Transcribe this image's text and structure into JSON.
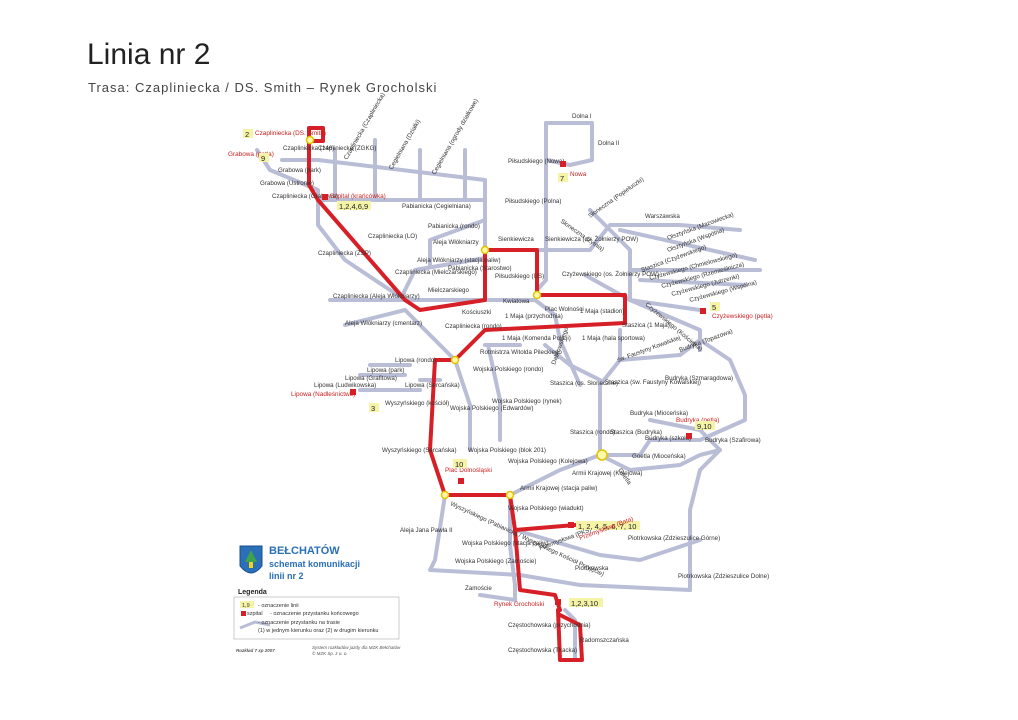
{
  "header": {
    "title": "Linia nr 2",
    "subtitle": "Trasa: Czapliniecka / DS. Smith – Rynek Grocholski"
  },
  "colors": {
    "route": "#d61f26",
    "network": "#b9bdd6",
    "terminal": "#cc1f1f",
    "badge_fill": "#f4f3a6",
    "brand": "#2a6fb8"
  },
  "stops": [
    "Czapliniecka (146)",
    "Czapliniecka (ZGKG)",
    "Czapliniecka (Czapliniecka)",
    "Cegielniana (Działki)",
    "Cegielniana (ogrody działkowe)",
    "Grabowa (park)",
    "Grabowa (Ustronie)",
    "Czapliniecka (Grabowa)",
    "Piłsudskiego (Nowa)",
    "Dolna I",
    "Dolna II",
    "Piłsudskiego (Polna)",
    "Pabianicka (Cegielniana)",
    "Pabianicka (rondo)",
    "Czapliniecka (LO)",
    "Czapliniecka (ZSP)",
    "Aleja Włókniarzy",
    "Sienkiewicza",
    "Sienkiewicza (os. Żołnierzy POW)",
    "Słoneczna (Popiełuszki)",
    "Słoneczna (Żytnia)",
    "Warszawska",
    "Olsztyńska (Mazowiecka)",
    "Olsztyńska (Wspólna)",
    "Aleja Włókniarzy (stacja paliw)",
    "Czapliniecka (Mielczarskiego)",
    "Pabianicka (Starostwo)",
    "Piłsudskiego (US)",
    "Czyżewskiego (os. Żołnierzy POW)",
    "Staszica (Czyżewskiego)",
    "Czyżewskiego (Chmielowskiego)",
    "Czyżewskiego (Rzemieślnicza)",
    "Czyżewskiego (Jutrzenki)",
    "Czyżewskiego (Wspólna)",
    "Mielczarskiego",
    "Czapliniecka (Aleja Włókniarzy)",
    "Kwiatowa",
    "Plac Wolności",
    "1 Maja (stadion)",
    "Kościuszki",
    "1 Maja (przychodnia)",
    "Czyżewskiego (Kościelna)",
    "Aleja Włókniarzy (cmentarz)",
    "Czapliniecka (rondo)",
    "Staszica (1 Maja)",
    "1 Maja (Komenda Policji)",
    "Dąbrowskiego",
    "1 Maja (hala sportowa)",
    "św. Faustyny Kowalskiej",
    "Budryka (Topazowa)",
    "Lipowa (rondo)",
    "Rotmistrza Witolda Pileckiego",
    "Lipowa (park)",
    "Wojska Polskiego (rondo)",
    "Lipowa (Grafitowa)",
    "Lipowa (Ludwikowska)",
    "Lipowa (Sercańska)",
    "Staszica (os. Słoneczne)",
    "Staszica (św. Faustyny Kowalskiej)",
    "Budryka (Szmaragdowa)",
    "Wyszyńskiego (kościół)",
    "Wojska Polskiego (rynek)",
    "Wojska Polskiego (Edwardów)",
    "Budryka (Mioceńska)",
    "Staszica (rondo)",
    "Staszica (Budryka)",
    "Budryka (szkoła)",
    "Budryka (Szafirowa)",
    "Wyszyńskiego (Sercańska)",
    "Wojska Polskiego (blok 201)",
    "Wojska Polskiego (Kolejowa)",
    "Goetla",
    "Goetla (Mioceńska)",
    "Armii Krajowej (Kolejowa)",
    "Armii Krajowej (stacja paliw)",
    "Wyszyńskiego (Pabianicka / Wyszyńskiego Kościół Przyjęcie)",
    "Wojska Polskiego (wiadukt)",
    "Aleja Jana Pawła II",
    "Wojska Polskiego (stacja paliw)",
    "Przemysłowa (PKS)",
    "Piotrkowska (Zdzieszulice Górne)",
    "Wojska Polskiego (Zamoście)",
    "Piotrkowska",
    "Piotrkowska (Zdzieszulice Dolne)",
    "Zamoście",
    "Częstochowska (przychodnia)",
    "Radomszczańska",
    "Częstochowska (Tkacka)"
  ],
  "terminals": {
    "czapliniecka_dssmith": {
      "name": "Czapliniecka (DS. Smith)",
      "badge": "2"
    },
    "grabowa": {
      "name": "Grabowa (pętla)",
      "badge": "9"
    },
    "szpital": {
      "name": "Szpital (krańcówka)",
      "badge": "1,2,4,6,9"
    },
    "nowa": {
      "name": "Nowa",
      "badge": "7"
    },
    "czyzewskiego": {
      "name": "Czyżewskiego (pętla)",
      "badge": "5"
    },
    "budryka": {
      "name": "Budryka (pętla)",
      "badge": "9,10"
    },
    "lipowa": {
      "name": "Lipowa (Nadleśnictwo)",
      "badge": "3"
    },
    "plac_dolnoslaski": {
      "name": "Plac Dolnośląski",
      "badge": "10"
    },
    "przemyslowa": {
      "name": "Przemysłowa (Bata)",
      "badge": "1, 2, 4, 5, 6, 7, 10"
    },
    "rynek_grocholski": {
      "name": "Rynek Grocholski",
      "badge": "1,2,3,10"
    }
  },
  "brand": {
    "city": "BEŁCHATÓW",
    "line1": "schemat komunikacji",
    "line2": "linii nr 2"
  },
  "legend": {
    "title": "Legenda",
    "badge_sample": "1,9",
    "badge_desc": "- oznaczenie linii",
    "terminal_sample": "szpital",
    "terminal_desc": "- oznaczenie przystanku końcowego",
    "stop_desc_1": "- oznaczenie przystanku na trasie",
    "stop_desc_2": "(1) w jednym kierunku oraz (2) w drugim kierunku"
  },
  "footer": {
    "edition": "Rozkład 7 xp 2007",
    "credit_1": "System rozkładów jazdy dla MZK Bełchatów",
    "credit_2": "© MZK Sp. z o. o."
  }
}
